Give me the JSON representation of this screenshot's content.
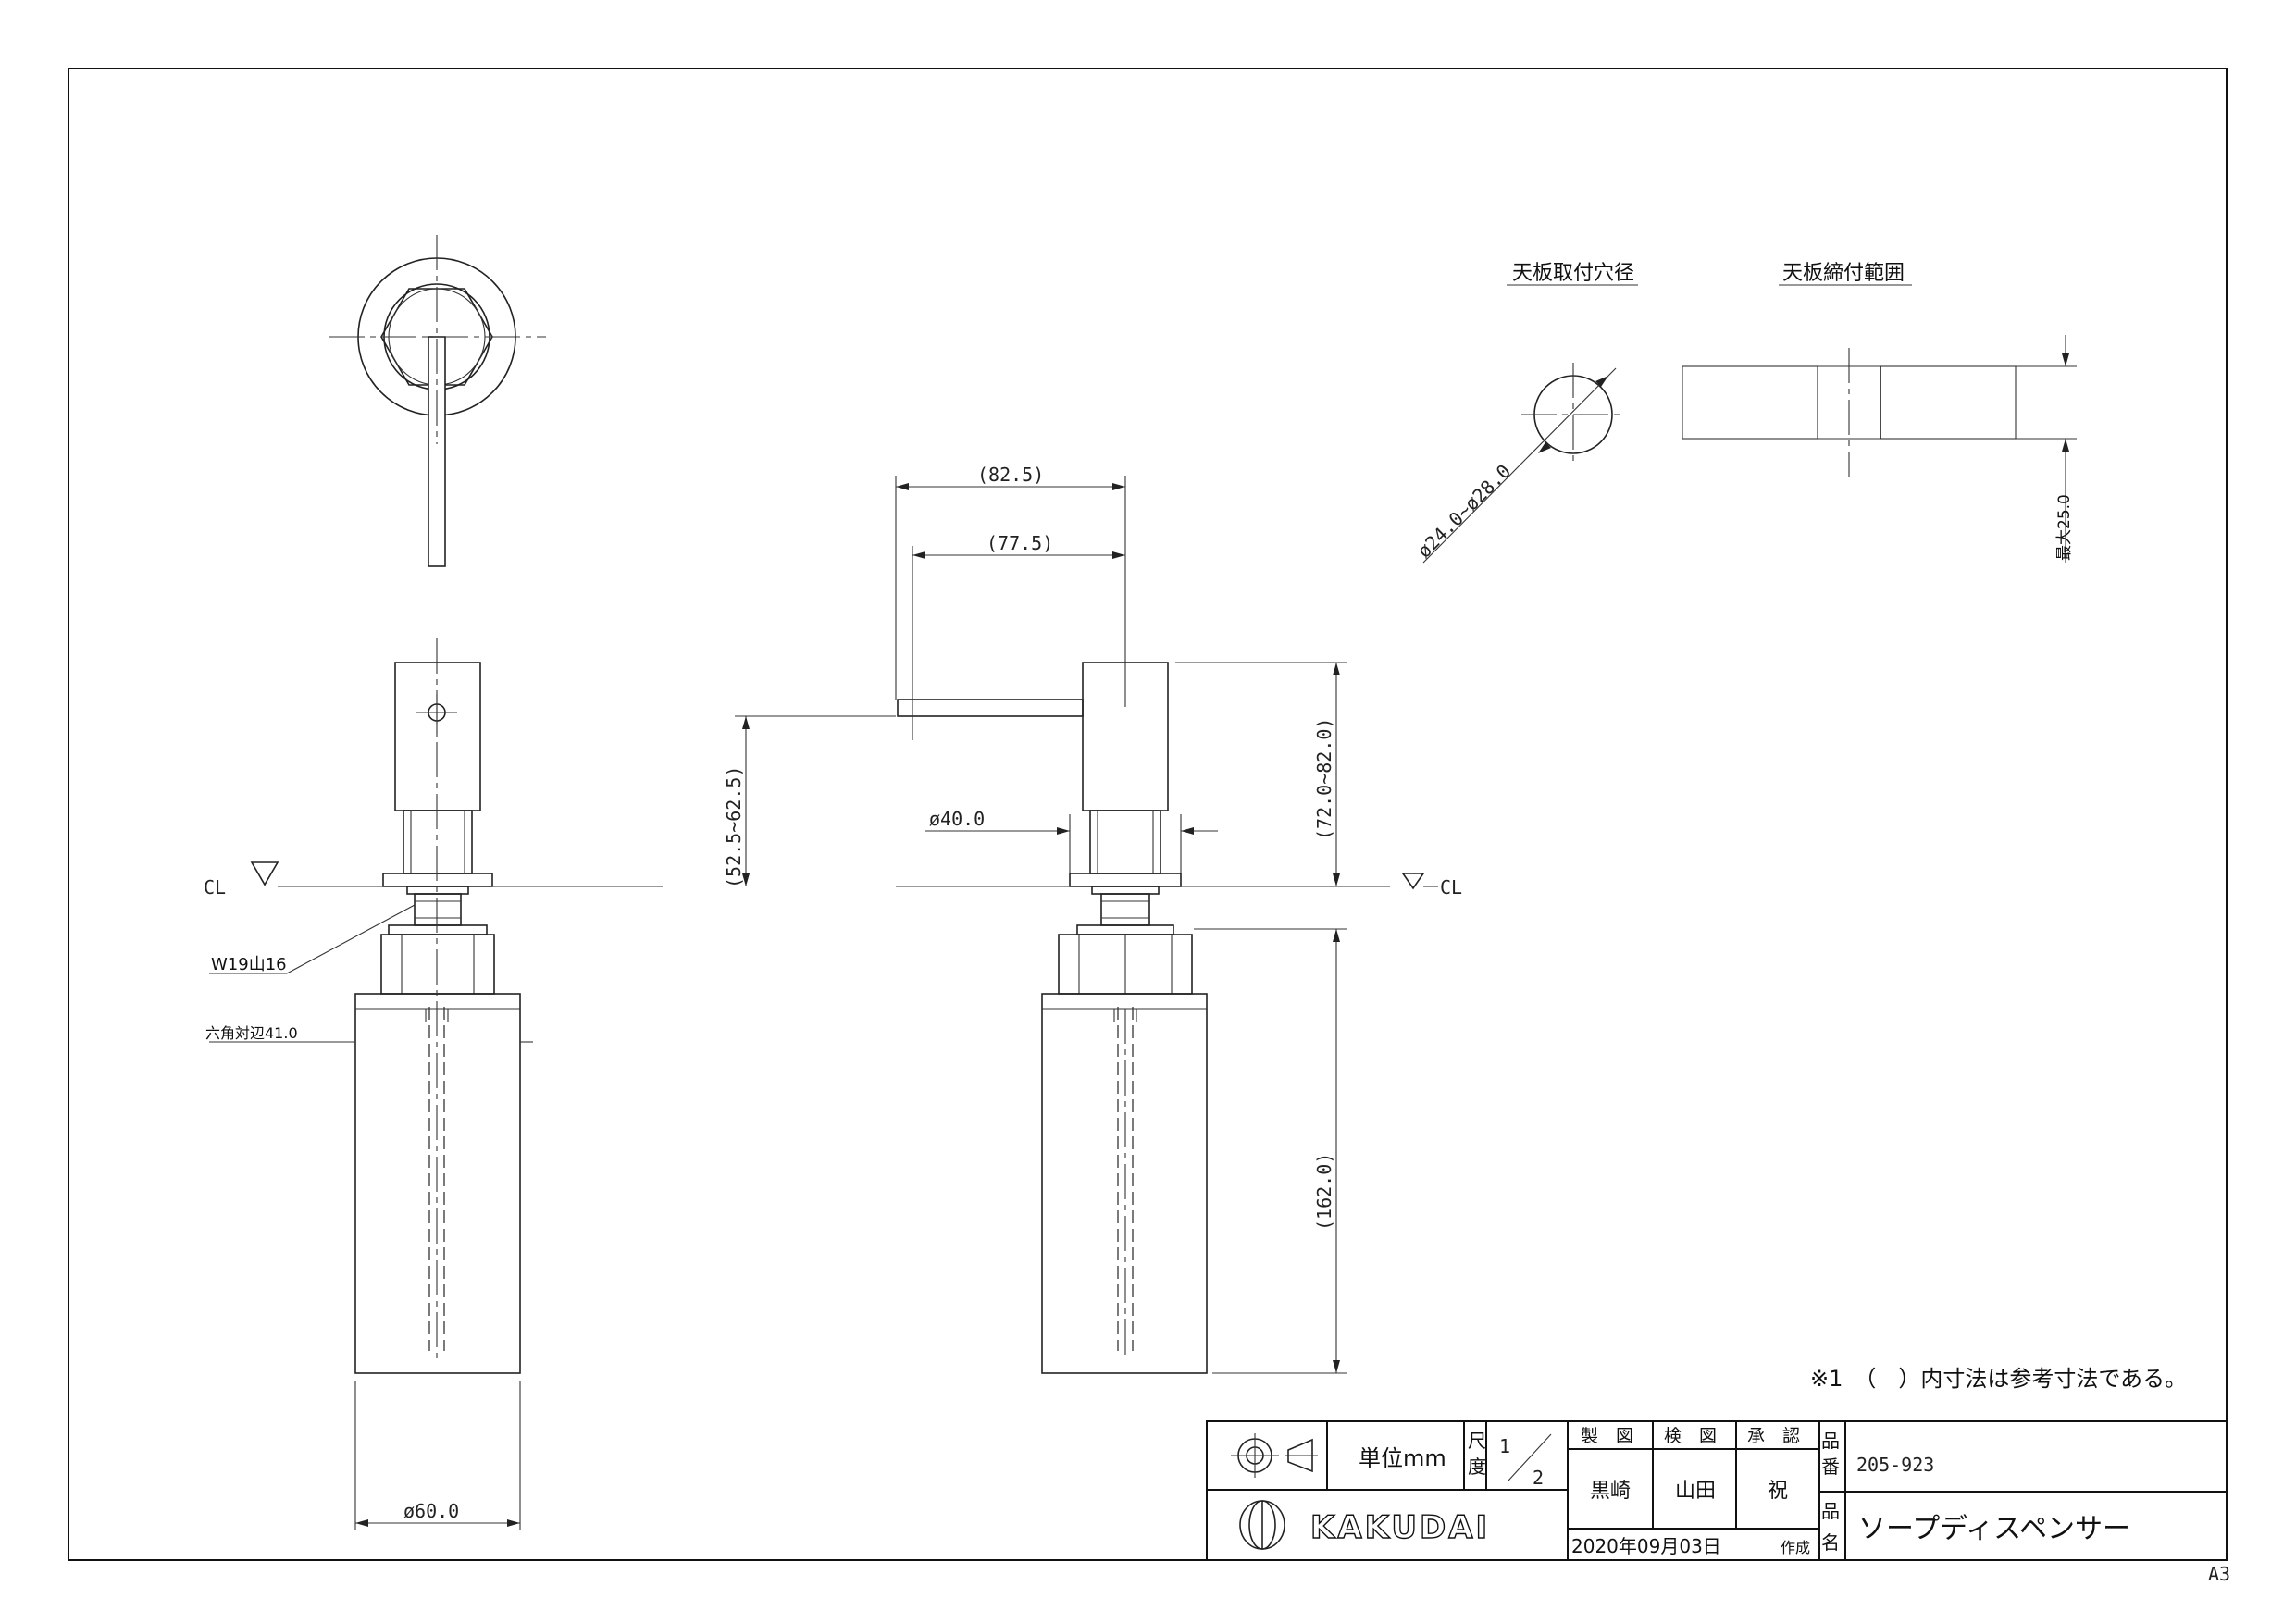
{
  "drawing": {
    "mounting_hole_title": "天板取付穴径",
    "counter_range_title": "天板締付範囲",
    "hole_dim": "ø24.0~ø28.0",
    "max_thickness_dim": "最大25.0",
    "cl_left": "CL",
    "cl_right": "CL",
    "thread_note": "W19山16",
    "hex_note": "六角対辺41.0",
    "dia_bottle": "ø60.0",
    "dim_spout_outer": "(82.5)",
    "dim_spout_inner": "(77.5)",
    "dim_height_spout": "(52.5~62.5)",
    "dim_dia_body": "ø40.0",
    "dim_height_head": "(72.0~82.0)",
    "dim_bottle_len": "(162.0)",
    "note": "※1　（　）内寸法は参考寸法である。"
  },
  "title_block": {
    "unit_label": "単位mm",
    "scale_label_1": "尺",
    "scale_label_2": "度",
    "scale_num": "1",
    "scale_den": "2",
    "h_drawn": "製　図",
    "h_checked": "検　図",
    "h_approved": "承　認",
    "drawn_by": "黒崎",
    "checked_by": "山田",
    "approved_by": "祝",
    "pn_label_1": "品",
    "pn_label_2": "番",
    "part_number": "205-923",
    "name_label_1": "品",
    "name_label_2": "名",
    "part_name": "ソープディスペンサー",
    "brand": "KAKUDAI",
    "date": "2020年09月03日",
    "created": "作成"
  },
  "sheet_size": "A3"
}
